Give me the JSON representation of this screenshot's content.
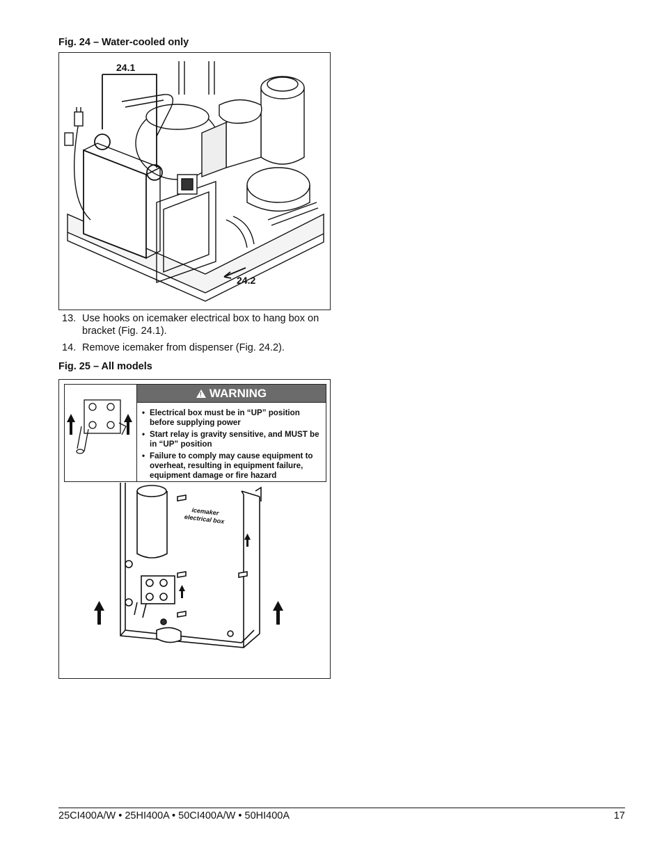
{
  "fig24": {
    "caption": "Fig. 24 – Water-cooled only",
    "callout_1": "24.1",
    "callout_2": "24.2"
  },
  "steps": [
    {
      "num": "13.",
      "text": "Use hooks on icemaker electrical box to hang box on bracket (Fig. 24.1)."
    },
    {
      "num": "14.",
      "text": "Remove icemaker from dispenser (Fig. 24.2)."
    }
  ],
  "fig25": {
    "caption": "Fig. 25 – All models",
    "warning_title": "WARNING",
    "warning_items": [
      "Electrical box must be in “UP” position before supplying power",
      "Start relay is gravity sensitive, and MUST be in “UP” position",
      "Failure to comply may cause equipment to overheat, resulting in equipment failure, equipment damage or fire hazard"
    ],
    "box_label_line1": "icemaker",
    "box_label_line2": "electrical box"
  },
  "footer": {
    "models": "25CI400A/W • 25HI400A • 50CI400A/W • 50HI400A",
    "page_number": "17"
  }
}
